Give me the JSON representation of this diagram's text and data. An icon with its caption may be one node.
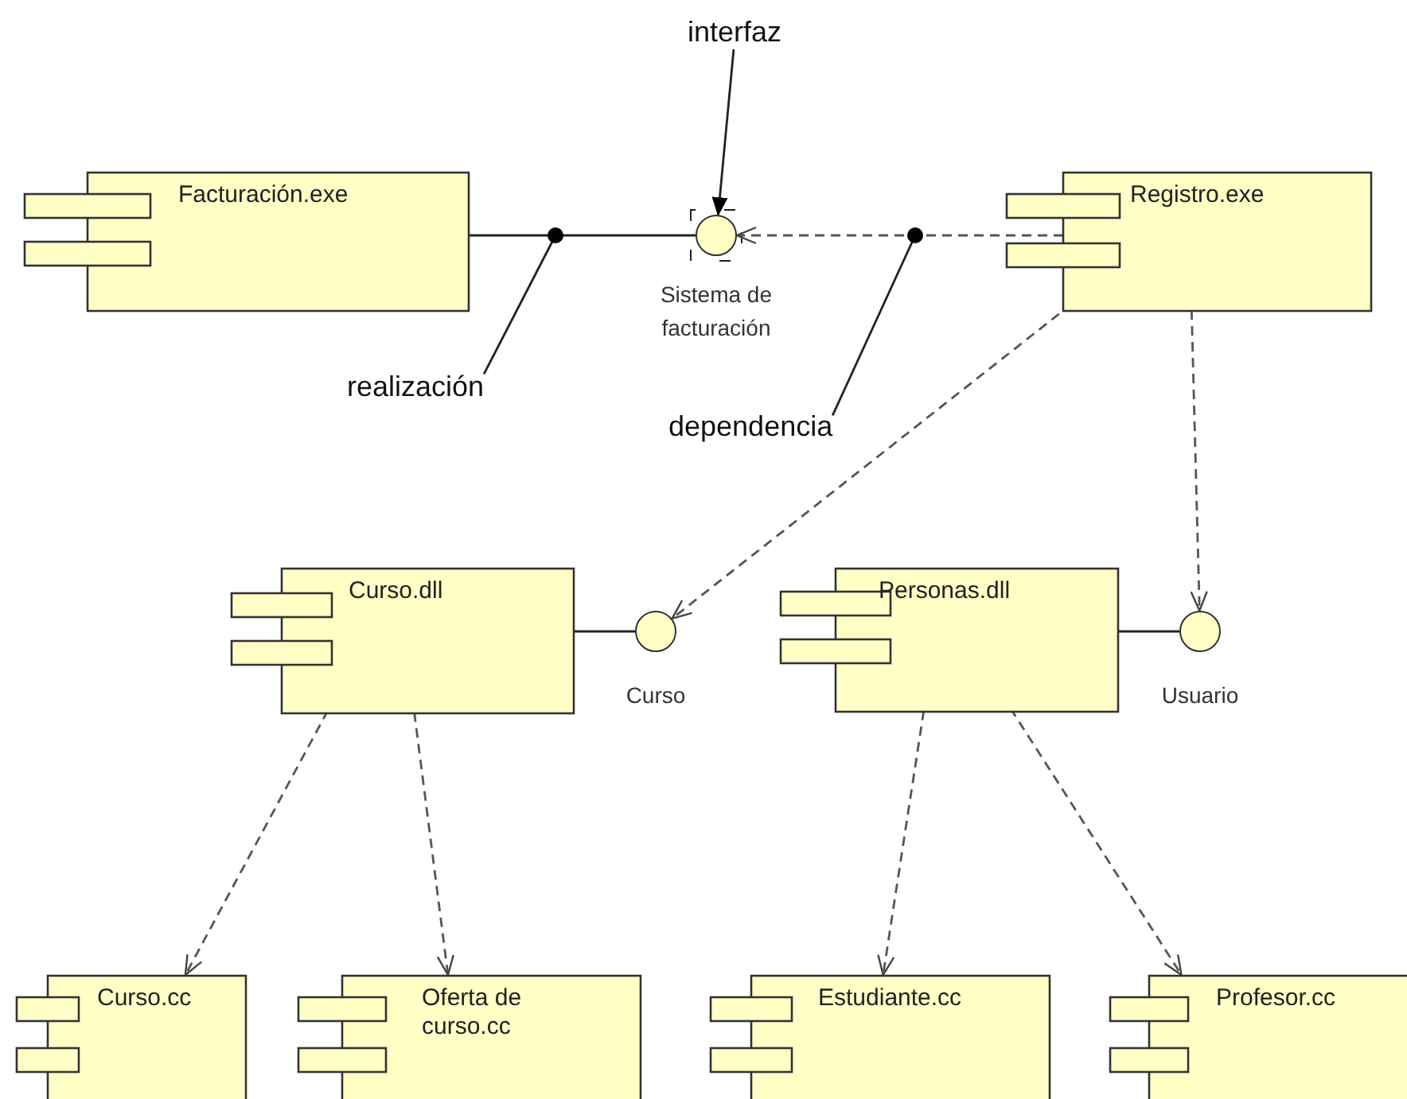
{
  "diagram": {
    "nodes": [
      {
        "text": [
          "Facturación.exe"
        ]
      },
      {
        "text": [],
        "shape": "circle",
        "beside": [
          "Sistema de facturación"
        ]
      },
      {
        "text": [
          "Registro.exe"
        ]
      },
      {
        "text": [
          "Curso.dll"
        ]
      },
      {
        "text": [],
        "shape": "circle",
        "beside": [
          "Curso"
        ]
      },
      {
        "text": [
          "Personas.dll"
        ]
      },
      {
        "text": [],
        "shape": "circle",
        "beside": [
          "Usuario"
        ]
      },
      {
        "text": [
          "Curso.cc"
        ]
      },
      {
        "text": [
          "Oferta de curso.cc"
        ]
      },
      {
        "text": [
          "Estudiante.cc"
        ]
      },
      {
        "text": [
          "Profesor.cc"
        ]
      },
      {
        "text": [
          "interfaz"
        ]
      },
      {
        "text": [
          "realización"
        ]
      },
      {
        "text": [
          "dependencia"
        ]
      }
    ],
    "edges": [
      {
        "from": 0,
        "to": 1,
        "arrow": "none"
      },
      {
        "from": 2,
        "to": 1,
        "arrow": "to",
        "style": "dashed"
      },
      {
        "from": 2,
        "to": 4,
        "arrow": "to",
        "style": "dashed"
      },
      {
        "from": 2,
        "to": 6,
        "arrow": "to",
        "style": "dashed"
      },
      {
        "from": 3,
        "to": 4,
        "arrow": "none"
      },
      {
        "from": 5,
        "to": 6,
        "arrow": "none"
      },
      {
        "from": 3,
        "to": 7,
        "arrow": "to",
        "style": "dashed"
      },
      {
        "from": 3,
        "to": 8,
        "arrow": "to",
        "style": "dashed"
      },
      {
        "from": 5,
        "to": 9,
        "arrow": "to",
        "style": "dashed"
      },
      {
        "from": 5,
        "to": 10,
        "arrow": "to",
        "style": "dashed"
      },
      {
        "from": 11,
        "to": 1,
        "arrow": "to"
      },
      {
        "from": 12,
        "to": null,
        "arrow": "none"
      },
      {
        "from": 13,
        "to": null,
        "arrow": "none"
      }
    ]
  }
}
